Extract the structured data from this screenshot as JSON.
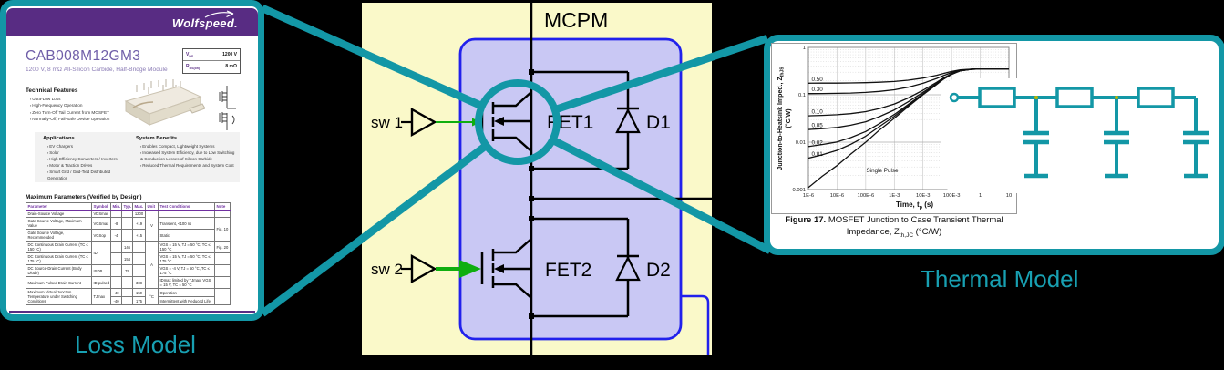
{
  "colors": {
    "teal": "#1397A6",
    "teal_text": "#18A0B2",
    "brand_purple": "#582C83",
    "title_purple": "#6F5EA8",
    "table_purple": "#7030A0",
    "module_blue": "#2121EC",
    "module_fill": "#C9C8F4",
    "region_yellow": "#FAF9C9",
    "gate_green": "#0FAE0F"
  },
  "labels": {
    "loss_model": "Loss Model",
    "thermal_model": "Thermal Model"
  },
  "schematic": {
    "title": "MCPM",
    "sw1": "sw 1",
    "sw2": "sw 2",
    "fet1": "FET1",
    "d1": "D1",
    "fet2": "FET2",
    "d2": "D2"
  },
  "datasheet": {
    "brand": "Wolfspeed.",
    "part_number": "CAB008M12GM3",
    "subtitle": "1200 V, 8 mΩ All-Silicon Carbide, Half-Bridge Module",
    "specs": {
      "row1": {
        "sym": "V",
        "sub": "DS",
        "val": "1200 V"
      },
      "row2": {
        "sym": "R",
        "sub": "DS(on)",
        "val": "8 mΩ"
      }
    },
    "technical_features": {
      "heading": "Technical Features",
      "items": [
        "Ultra-Low Loss",
        "High-Frequency Operation",
        "Zero Turn-Off Tail Current from MOSFET",
        "Normally-Off, Fail-Safe Device Operation"
      ]
    },
    "applications": {
      "heading": "Applications",
      "items": [
        "EV Chargers",
        "Solar",
        "High-Efficiency Converters / Inverters",
        "Motor & Traction Drives",
        "Smart Grid / Grid-Tied Distributed Generation"
      ]
    },
    "system_benefits": {
      "heading": "System Benefits",
      "items": [
        "Enables Compact, Lightweight Systems",
        "Increased System Efficiency, due to Low Switching & Conduction Losses of Silicon Carbide",
        "Reduced Thermal Requirements and System Cost"
      ]
    },
    "table": {
      "title": "Maximum Parameters (Verified by Design)",
      "headers": [
        "Parameter",
        "Symbol",
        "Min.",
        "Typ.",
        "Max.",
        "Unit",
        "Test Conditions",
        "Note"
      ],
      "rows": [
        [
          "Drain-Source Voltage",
          "VDSmax",
          "",
          "",
          "1200",
          {
            "t": "V",
            "rs": 3
          },
          "",
          ""
        ],
        [
          "Gate Source Voltage, Maximum Value",
          "VGSmax",
          "-8",
          "",
          "+19",
          null,
          "Transient, <100 ns",
          {
            "t": "Fig. 10",
            "rs": 2
          }
        ],
        [
          "Gate Source Voltage, Recommended",
          "VGSop",
          "-4",
          "",
          "+15",
          null,
          "Static",
          null
        ],
        [
          "DC Continuous Drain Current (TC ≤ 150 °C)",
          {
            "t": "ID",
            "rs": 2
          },
          "",
          "146",
          "",
          {
            "t": "A",
            "rs": 4
          },
          "VGS = 15 V, TJ = 50 °C, TC ≤ 150 °C",
          "Fig. 20"
        ],
        [
          "DC Continuous Drain Current (TC ≤ 175 °C)",
          null,
          "",
          "154",
          "",
          null,
          "VGS = 15 V, TJ = 50 °C, TC ≤ 175 °C",
          ""
        ],
        [
          "DC Source-Drain Current (Body Diode)",
          "ISDB",
          "",
          "79",
          "",
          null,
          "VGS = -4 V, TJ = 50 °C, TC ≤ 175 °C",
          ""
        ],
        [
          "Maximum Pulsed Drain Current",
          "ID,pulsed",
          "",
          "",
          "308",
          null,
          "IDmax limited by TJmax, VGS = 15 V, TC = 50 °C",
          ""
        ],
        [
          {
            "t": "Maximum Virtual Junction Temperature under Switching Conditions",
            "rs": 2
          },
          {
            "t": "TJmax",
            "rs": 2
          },
          "-40",
          "",
          "150",
          {
            "t": "°C",
            "rs": 2
          },
          "Operation",
          {
            "t": "",
            "rs": 2
          }
        ],
        [
          null,
          null,
          "-40",
          "",
          "175",
          null,
          "Intermittent with Reduced Life",
          null
        ]
      ]
    }
  },
  "thermal": {
    "caption_bold": "Figure 17.",
    "caption_rest": " MOSFET Junction to Case Transient Thermal",
    "cap2_pre": "Impedance, Z",
    "cap2_sub": "th,JC",
    "cap2_post": " (°C/W)"
  },
  "chart_data": {
    "type": "line",
    "log_x": true,
    "log_y": true,
    "title": "",
    "ylabel_pre": "Junction-to-Heatsink Imped., Z",
    "ylabel_sub": "thJS",
    "ylabel_line2": "(°C/W)",
    "xlabel_pre": "Time, t",
    "xlabel_sub": "p",
    "xlabel_post": " (s)",
    "xlim": [
      1e-06,
      10
    ],
    "ylim": [
      0.001,
      1
    ],
    "x_ticks": [
      "1E-6",
      "10E-6",
      "100E-6",
      "1E-3",
      "10E-3",
      "100E-3",
      "1",
      "10"
    ],
    "y_ticks": [
      "1",
      "0.1",
      "0.01",
      "0.001"
    ],
    "x": [
      1e-06,
      3e-06,
      1e-05,
      3e-05,
      0.0001,
      0.0003,
      0.001,
      0.003,
      0.01,
      0.03,
      0.05,
      0.1,
      0.2,
      0.5,
      1,
      3,
      10
    ],
    "series": [
      {
        "name": "0.50",
        "values": [
          0.1756,
          0.176,
          0.1766,
          0.1778,
          0.18,
          0.184,
          0.191,
          0.203,
          0.225,
          0.2575,
          0.28,
          0.31,
          0.335,
          0.3475,
          0.35,
          0.35,
          0.35
        ]
      },
      {
        "name": "0.30",
        "values": [
          0.1058,
          0.1063,
          0.1072,
          0.1089,
          0.112,
          0.1176,
          0.1274,
          0.1442,
          0.175,
          0.2205,
          0.252,
          0.294,
          0.329,
          0.3465,
          0.35,
          0.35,
          0.35
        ]
      },
      {
        "name": "0.10",
        "values": [
          0.036,
          0.0367,
          0.0379,
          0.04,
          0.044,
          0.0512,
          0.0638,
          0.0854,
          0.125,
          0.1835,
          0.224,
          0.278,
          0.323,
          0.3455,
          0.35,
          0.35,
          0.35
        ]
      },
      {
        "name": "0.05",
        "values": [
          0.0185,
          0.0193,
          0.0205,
          0.0228,
          0.027,
          0.0346,
          0.0479,
          0.0707,
          0.1125,
          0.1743,
          0.217,
          0.274,
          0.3215,
          0.3453,
          0.35,
          0.35,
          0.35
        ]
      },
      {
        "name": "0.02",
        "values": [
          0.0081,
          0.0089,
          0.0101,
          0.0125,
          0.0168,
          0.0246,
          0.0384,
          0.0619,
          0.105,
          0.1687,
          0.2128,
          0.2716,
          0.3206,
          0.3451,
          0.35,
          0.35,
          0.35
        ]
      },
      {
        "name": "0.01",
        "values": [
          0.0046,
          0.0054,
          0.0067,
          0.009,
          0.0134,
          0.0213,
          0.0352,
          0.0589,
          0.1025,
          0.1668,
          0.2114,
          0.2708,
          0.3203,
          0.3451,
          0.35,
          0.35,
          0.35
        ]
      },
      {
        "name": "Single Pulse",
        "values": [
          0.0011,
          0.0019,
          0.0032,
          0.0056,
          0.01,
          0.018,
          0.032,
          0.056,
          0.1,
          0.165,
          0.21,
          0.27,
          0.32,
          0.345,
          0.35,
          0.35,
          0.35
        ]
      }
    ],
    "legend_position": "on-curve labels",
    "grid": "log grid, dotted horizontal minors"
  }
}
